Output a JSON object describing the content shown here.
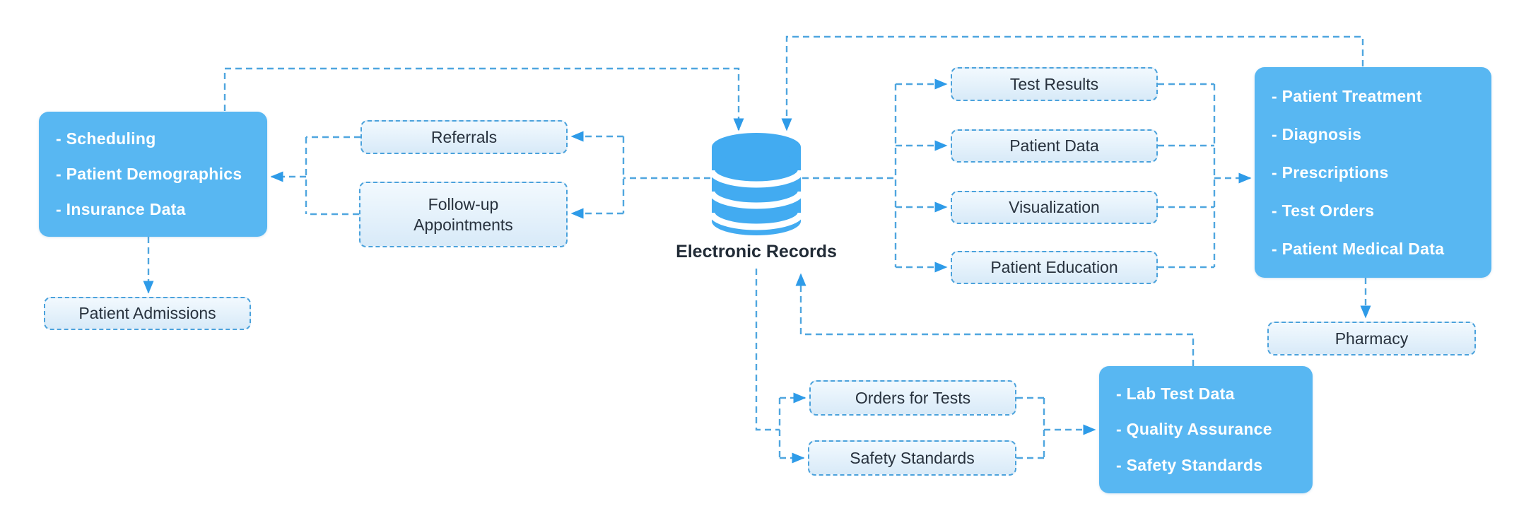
{
  "diagram": {
    "db": {
      "icon": "database-icon",
      "label": "Electronic Records"
    },
    "nodes": {
      "front_office": {
        "items": [
          "- Scheduling",
          "- Patient Demographics",
          "- Insurance Data"
        ]
      },
      "patient_admissions": {
        "label": "Patient Admissions"
      },
      "referrals": {
        "label": "Referrals"
      },
      "follow_up": {
        "label": "Follow-up Appointments"
      },
      "test_results": {
        "label": "Test Results"
      },
      "patient_data": {
        "label": "Patient Data"
      },
      "visualization": {
        "label": "Visualization"
      },
      "patient_education": {
        "label": "Patient Education"
      },
      "clinical": {
        "items": [
          "- Patient Treatment",
          "- Diagnosis",
          "- Prescriptions",
          "- Test Orders",
          "- Patient Medical Data"
        ]
      },
      "pharmacy": {
        "label": "Pharmacy"
      },
      "orders_for_tests": {
        "label": "Orders for Tests"
      },
      "safety_standards": {
        "label": "Safety Standards"
      },
      "lab": {
        "items": [
          "- Lab Test Data",
          "- Quality Assurance",
          "- Safety Standards"
        ]
      }
    },
    "colors": {
      "solid_box_fill": "#58B7F2",
      "cylinder_fill": "#42ABF1",
      "connector_line": "#4FA6DF",
      "arrowhead": "#2E9BE8",
      "dashed_border": "#4BA2DC",
      "dashed_fill_top": "#F2F9FE",
      "dashed_fill_bottom": "#D8EAF8",
      "dark_text": "#28323E",
      "white_text": "#FFFFFF"
    }
  }
}
